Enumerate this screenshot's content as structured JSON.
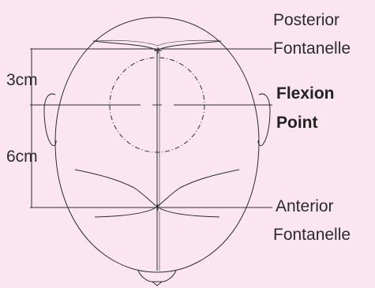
{
  "labels": {
    "posterior_line1": "Posterior",
    "posterior_line2": "Fontanelle",
    "flexion_line1": "Flexion",
    "flexion_line2": "Point",
    "anterior_line1": "Anterior",
    "anterior_line2": "Fontanelle",
    "measure_upper": "3cm",
    "measure_lower": "6cm"
  },
  "colors": {
    "background": "#fbe6f0",
    "stroke": "#2b2b2b",
    "text": "#2b2b2b"
  }
}
